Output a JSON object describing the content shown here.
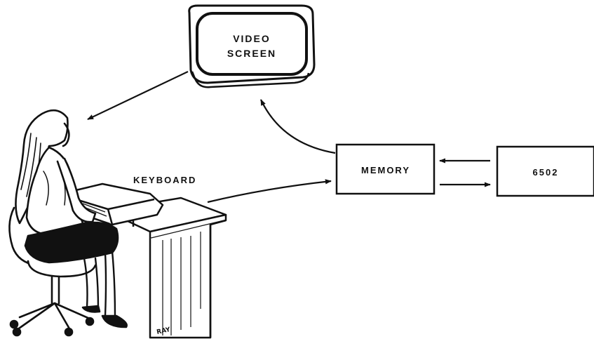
{
  "monitor": {
    "line1": "VIDEO",
    "line2": "SCREEN"
  },
  "memory": {
    "label": "MEMORY"
  },
  "cpu": {
    "label": "6502"
  },
  "keyboard": {
    "label": "KEYBOARD"
  },
  "signature": {
    "text": "RAY"
  },
  "colors": {
    "ink": "#111111",
    "paper": "#ffffff"
  }
}
